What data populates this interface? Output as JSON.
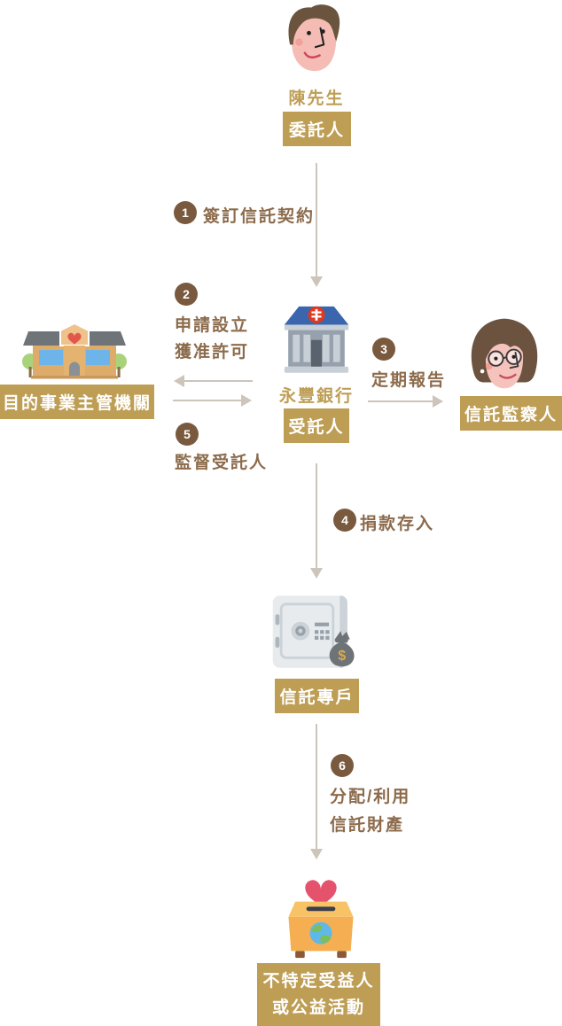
{
  "palette": {
    "gold": "#BE9E55",
    "badge_text": "#FFFFFF",
    "step_circle_brown": "#7A5A3F",
    "step_text_brown": "#8C6B4C",
    "arrow_tan": "#CDC4BA",
    "background": "#FFFFFF"
  },
  "nodes": {
    "trustor": {
      "name": "陳先生",
      "role": "委託人",
      "icon": "man-face-icon"
    },
    "bank": {
      "name": "永豐銀行",
      "role": "受託人",
      "icon": "bank-building-icon"
    },
    "authority": {
      "role": "目的事業主管機關",
      "icon": "charity-house-icon"
    },
    "supervisor": {
      "role": "信託監察人",
      "icon": "woman-face-icon"
    },
    "trust_account": {
      "role": "信託專戶",
      "icon": "safe-money-bag-icon"
    },
    "beneficiary": {
      "role_lines": [
        "不特定受益人",
        "或公益活動"
      ],
      "icon": "donation-box-icon"
    }
  },
  "steps": {
    "s1": {
      "num": "1",
      "label": "簽訂信託契約"
    },
    "s2": {
      "num": "2",
      "lines": [
        "申請設立",
        "獲准許可"
      ]
    },
    "s3": {
      "num": "3",
      "label": "定期報告"
    },
    "s4": {
      "num": "4",
      "label": "捐款存入"
    },
    "s5": {
      "num": "5",
      "label": "監督受託人"
    },
    "s6": {
      "num": "6",
      "lines": [
        "分配/利用",
        "信託財產"
      ]
    }
  }
}
